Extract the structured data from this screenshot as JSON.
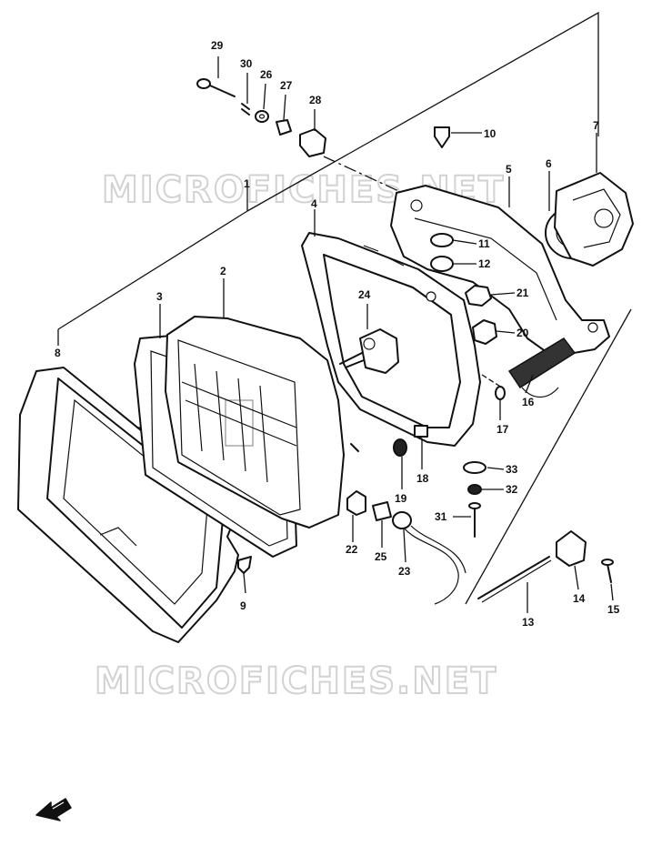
{
  "watermarks": [
    "MICROFICHES.NET",
    "MICROFICHES.NET"
  ],
  "part_numbers": [
    "1",
    "2",
    "3",
    "4",
    "5",
    "6",
    "7",
    "8",
    "9",
    "10",
    "11",
    "12",
    "13",
    "14",
    "15",
    "16",
    "17",
    "18",
    "19",
    "20",
    "21",
    "22",
    "23",
    "24",
    "25",
    "26",
    "27",
    "28",
    "29",
    "30",
    "31",
    "32",
    "33"
  ],
  "icons": {
    "front_direction": "front-arrow-icon"
  },
  "colors": {
    "ink": "#111111",
    "background": "#ffffff",
    "watermark": "#d2d2d2"
  }
}
